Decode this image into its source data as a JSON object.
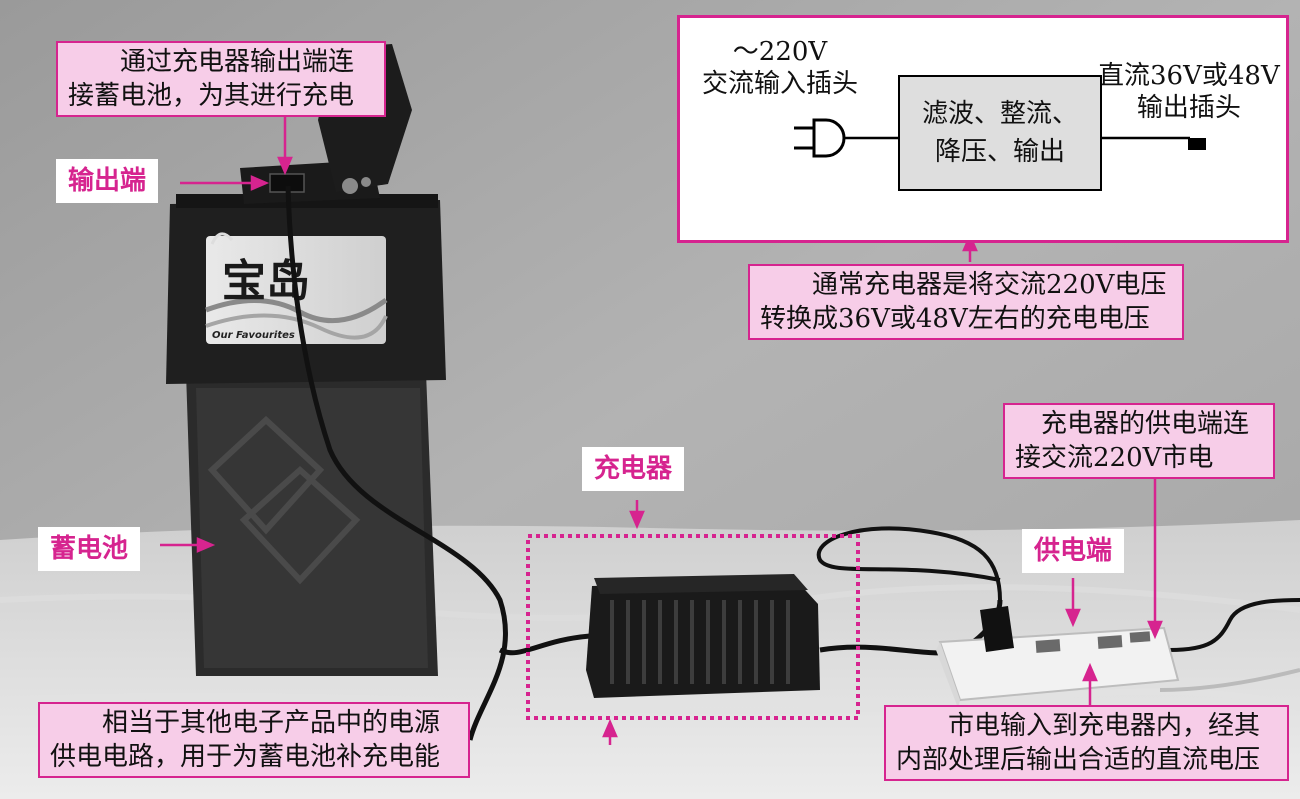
{
  "photo": {
    "brand_logo": "宝岛",
    "brand_slogan": "Our Favourites"
  },
  "callouts": {
    "output_connect": {
      "line1": "通过充电器输出端连",
      "line2": "接蓄电池，为其进行充电"
    },
    "output_port": "输出端",
    "battery": "蓄电池",
    "charger": "充电器",
    "supply_connect": {
      "line1": "充电器的供电端连",
      "line2": "接交流220V市电"
    },
    "supply_port": "供电端",
    "power_circuit": {
      "line1": "相当于其他电子产品中的电源",
      "line2": "供电电路，用于为蓄电池补充电能"
    },
    "mains_process": {
      "line1": "市电输入到充电器内，经其",
      "line2": "内部处理后输出合适的直流电压"
    },
    "conversion": {
      "line1": "通常充电器是将交流220V电压",
      "line2": "转换成36V或48V左右的充电电压"
    }
  },
  "diagram": {
    "input_label": {
      "line1": "～220V",
      "line2": "交流输入插头"
    },
    "process": {
      "line1": "滤波、整流、",
      "line2": "降压、输出"
    },
    "output_label": {
      "line1": "直流36V或48V",
      "line2": "输出插头"
    }
  },
  "colors": {
    "accent": "#d6248f",
    "callout_fill": "#f7cde8",
    "process_fill": "#dedede"
  }
}
